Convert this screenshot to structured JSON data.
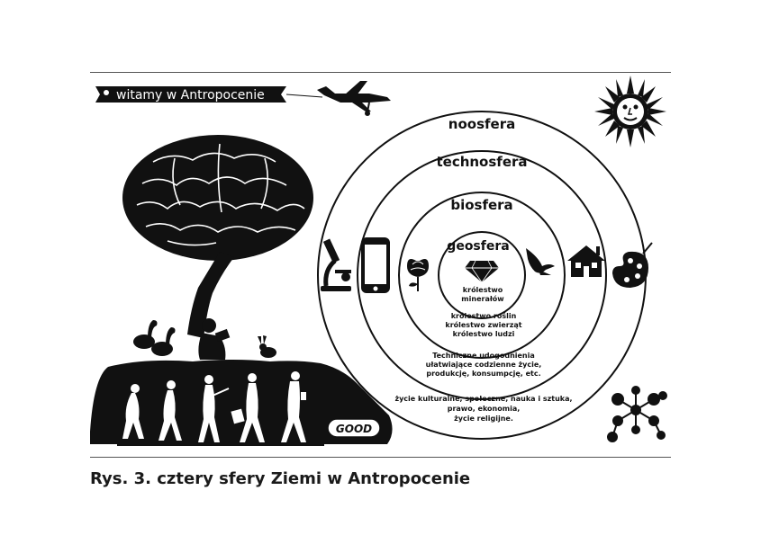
{
  "banner": {
    "text": "witamy w Antropocenie"
  },
  "spheres": {
    "noosfera": "noosfera",
    "technosfera": "technosfera",
    "biosfera": "biosfera",
    "geosfera": "geosfera"
  },
  "notes": {
    "minerals": [
      "królestwo",
      "minerałów"
    ],
    "living": [
      "królestwo roślin",
      "królestwo zwierząt",
      "królestwo ludzi"
    ],
    "technical": [
      "Techniczne udogodnienia",
      "ułatwiające codzienne życie,",
      "produkcję, konsumpcję, etc."
    ],
    "culture": [
      "życie kulturalne, społeczne, nauka i sztuka,",
      "prawo, ekonomia,",
      "życie religijne."
    ]
  },
  "sign": {
    "text": "GOOD"
  },
  "caption": {
    "text": "Rys. 3. cztery sfery Ziemi w Antropocenie"
  },
  "icons": [
    "brain-icon",
    "airplane-icon",
    "sun-icon",
    "microscope-icon",
    "smartphone-icon",
    "rose-icon",
    "diamond-icon",
    "eagle-icon",
    "house-icon",
    "palette-icon",
    "molecule-icon",
    "geese-icon",
    "reading-person-icon",
    "rabbit-icon",
    "evolution-icon"
  ]
}
